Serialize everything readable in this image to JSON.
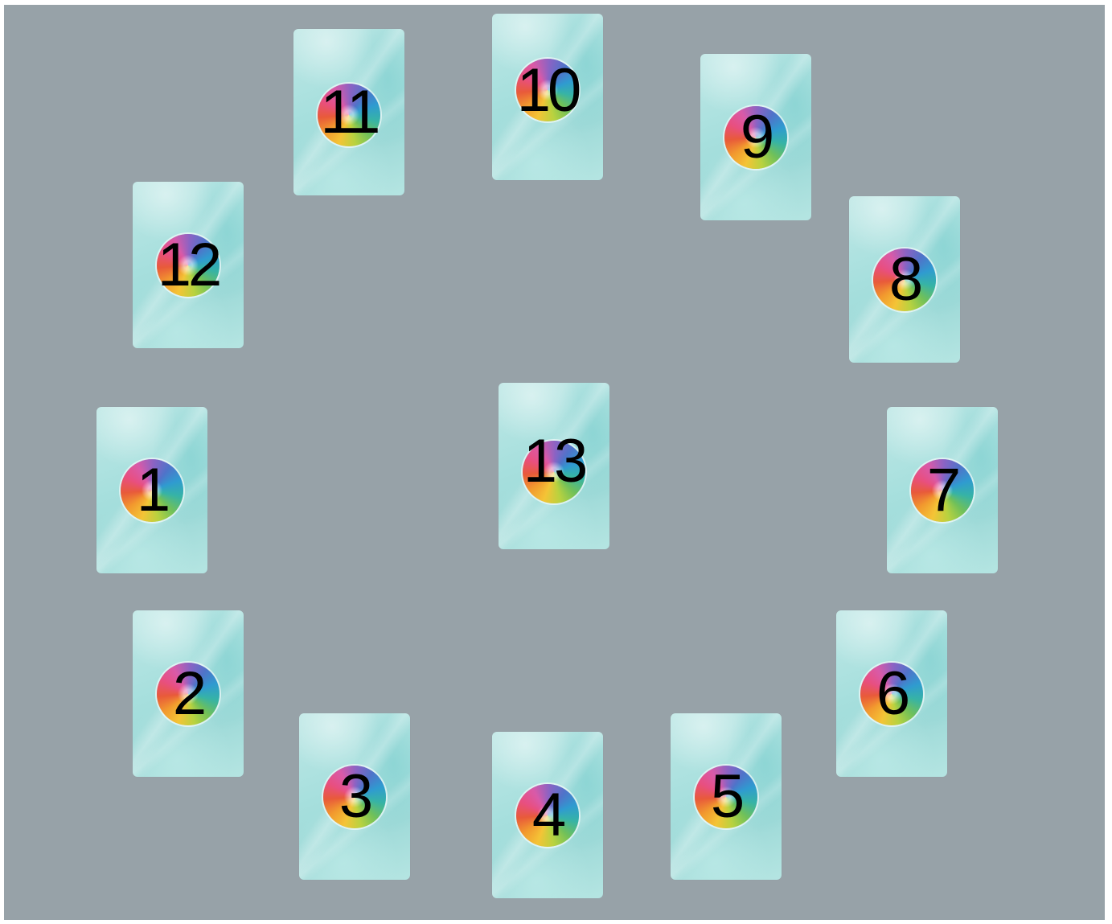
{
  "layout_name": "",
  "colors": {
    "table_background": "#97a2a8",
    "card_face": "#a6dfdd",
    "number_color": "#000000"
  },
  "cards": [
    {
      "position": "1",
      "icon": "rainbow-orb-icon"
    },
    {
      "position": "2",
      "icon": "rainbow-orb-icon"
    },
    {
      "position": "3",
      "icon": "rainbow-orb-icon"
    },
    {
      "position": "4",
      "icon": "rainbow-orb-icon"
    },
    {
      "position": "5",
      "icon": "rainbow-orb-icon"
    },
    {
      "position": "6",
      "icon": "rainbow-orb-icon"
    },
    {
      "position": "7",
      "icon": "rainbow-orb-icon"
    },
    {
      "position": "8",
      "icon": "rainbow-orb-icon"
    },
    {
      "position": "9",
      "icon": "rainbow-orb-icon"
    },
    {
      "position": "10",
      "icon": "rainbow-orb-icon"
    },
    {
      "position": "11",
      "icon": "rainbow-orb-icon"
    },
    {
      "position": "12",
      "icon": "rainbow-orb-icon"
    },
    {
      "position": "13",
      "icon": "rainbow-orb-icon"
    }
  ]
}
